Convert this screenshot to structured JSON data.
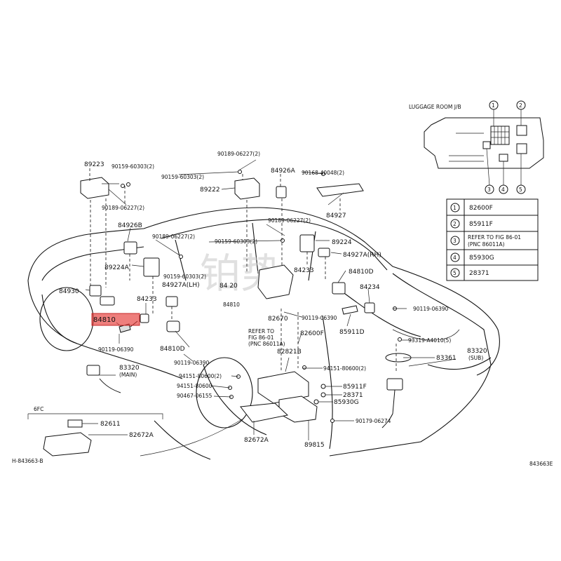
{
  "watermark": "铂势",
  "highlight_color": "#e53935",
  "highlighted_part": "84810",
  "labels": {
    "p89223": "89223",
    "p90159_top": "90159-60303(2)",
    "p90189_top_left": "90189-06227(2)",
    "p90189_top_mid": "90189-06227(2)",
    "p90159_mid": "90159-60303(2)",
    "p89222": "89222",
    "p84926A": "84926A",
    "p90168": "90168-40048(2)",
    "p84927": "84927",
    "p84926B": "84926B",
    "p90189_mid1": "90189-06227(2)",
    "p90189_mid2": "90189-06227(2)",
    "p90159_c": "90159-60303(2)",
    "p84927A_RH": "84927A(RH)",
    "p89224": "89224",
    "p89224A": "89224A",
    "p90159_d": "90159-60303(2)",
    "p84927A_LH": "84927A(LH)",
    "p84930": "84930",
    "p84810D_r": "84810D",
    "p84234": "84234",
    "p84233": "84233",
    "p84810": "84810",
    "p90119_a": "90119-06390",
    "p90119_b": "90119-06390",
    "p82670": "82670",
    "p82600F": "82600F",
    "p85911D": "85911D",
    "p84810D_l": "84810D",
    "p93319": "93319-A4010(5)",
    "p90119_c": "90119-06390",
    "p90119_d": "90119-06390",
    "p82821B": "82821B",
    "p83361": "83361",
    "p83320_sub": "83320",
    "sub": "(SUB)",
    "p83320_main": "83320",
    "main": "(MAIN)",
    "p94151_a": "94151-80600(2)",
    "p94151_b": "94151-80600",
    "p94151_c": "94151-80600(2)",
    "p90467": "90467-06155",
    "p85911F": "85911F",
    "p28371": "28371",
    "p85930G": "85930G",
    "p90179": "90179-06274",
    "p82672A_main": "82672A",
    "p89815": "89815",
    "refer1": "REFER TO",
    "refer2": "FIG 86-01",
    "refer3": "(PNC 86011A)",
    "p82611": "82611",
    "p82672A_inset": "82672A",
    "inset_code": "6FC",
    "bottom_left_code": "H-843663-B",
    "bottom_right_code": "843663E",
    "partial_84233": "84233",
    "partial_84810": "84810",
    "partial_84120": "84 20"
  },
  "luggage": {
    "title": "LUGGAGE ROOM J/B",
    "callouts": [
      "1",
      "2",
      "3",
      "4",
      "5"
    ]
  },
  "legend": [
    {
      "num": "1",
      "part": "82600F"
    },
    {
      "num": "2",
      "part": "85911F"
    },
    {
      "num": "3",
      "part": "REFER TO FIG 86-01",
      "part2": "(PNC 86011A)"
    },
    {
      "num": "4",
      "part": "85930G"
    },
    {
      "num": "5",
      "part": "28371"
    }
  ]
}
